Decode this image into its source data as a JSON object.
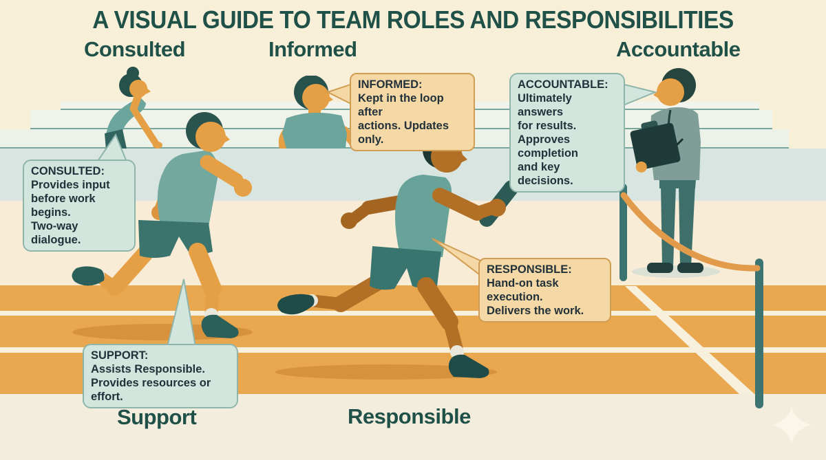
{
  "header": {
    "title": "A VISUAL GUIDE TO TEAM ROLES AND RESPONSIBILITIES"
  },
  "role_labels": {
    "consulted": "Consulted",
    "informed": "Informed",
    "accountable": "Accountable",
    "support": "Support",
    "responsible": "Responsible"
  },
  "callouts": {
    "consulted": {
      "title": "CONSULTED:",
      "body": "Provides input\nbefore work begins.\nTwo-way dialogue."
    },
    "informed": {
      "title": "INFORMED:",
      "body": "Kept in the loop after\nactions. Updates only."
    },
    "accountable": {
      "title": "ACCOUNTABLE:",
      "body": "Ultimately answers\nfor results.\nApproves completion\nand key decisions."
    },
    "responsible": {
      "title": "RESPONSIBLE:",
      "body": "Hand-on task execution.\nDelivers the work."
    },
    "support": {
      "title": "SUPPORT:",
      "body": "Assists Responsible.\nProvides resources or effort."
    }
  },
  "colors": {
    "heading_text": "#1f5148",
    "callout_text": "#22313a",
    "mint_fill": "#d2e6de",
    "mint_border": "#8fb5ab",
    "tan_fill": "#f4d8a5",
    "tan_border": "#d09d52",
    "track_orange": "#e9a750",
    "lane_line": "#f7f0dc",
    "rope_orange": "#e29a4b",
    "wall_blue": "#d9e5e1",
    "top_cream": "#f8efd9",
    "bottom_cream": "#f3edde"
  }
}
